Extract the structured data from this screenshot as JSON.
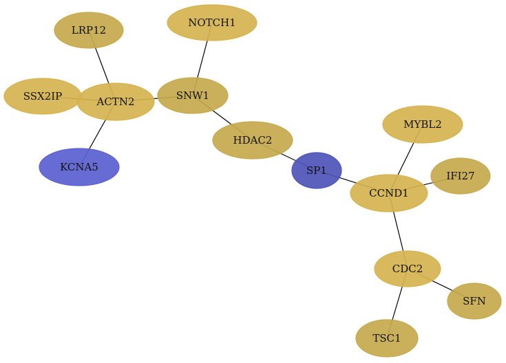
{
  "colors": {
    "gold": "#D6B34F",
    "gold_dark": "#C7A94D",
    "blue": "#5A5FD0",
    "blue_dark": "#4E54B8",
    "edge": "#000000"
  },
  "nodes": [
    {
      "id": "LRP12",
      "label": "LRP12",
      "color": "gold_dark"
    },
    {
      "id": "NOTCH1",
      "label": "NOTCH1",
      "color": "gold"
    },
    {
      "id": "SSX2IP",
      "label": "SSX2IP",
      "color": "gold"
    },
    {
      "id": "ACTN2",
      "label": "ACTN2",
      "color": "gold"
    },
    {
      "id": "SNW1",
      "label": "SNW1",
      "color": "gold_dark"
    },
    {
      "id": "KCNA5",
      "label": "KCNA5",
      "color": "blue"
    },
    {
      "id": "HDAC2",
      "label": "HDAC2",
      "color": "gold_dark"
    },
    {
      "id": "SP1",
      "label": "SP1",
      "color": "blue_dark"
    },
    {
      "id": "MYBL2",
      "label": "MYBL2",
      "color": "gold"
    },
    {
      "id": "IFI27",
      "label": "IFI27",
      "color": "gold_dark"
    },
    {
      "id": "CCND1",
      "label": "CCND1",
      "color": "gold"
    },
    {
      "id": "CDC2",
      "label": "CDC2",
      "color": "gold"
    },
    {
      "id": "SFN",
      "label": "SFN",
      "color": "gold_dark"
    },
    {
      "id": "TSC1",
      "label": "TSC1",
      "color": "gold_dark"
    }
  ],
  "edges": [
    [
      "LRP12",
      "ACTN2"
    ],
    [
      "NOTCH1",
      "SNW1"
    ],
    [
      "SSX2IP",
      "ACTN2"
    ],
    [
      "ACTN2",
      "SNW1"
    ],
    [
      "ACTN2",
      "KCNA5"
    ],
    [
      "SNW1",
      "HDAC2"
    ],
    [
      "HDAC2",
      "SP1"
    ],
    [
      "SP1",
      "CCND1"
    ],
    [
      "MYBL2",
      "CCND1"
    ],
    [
      "IFI27",
      "CCND1"
    ],
    [
      "CCND1",
      "CDC2"
    ],
    [
      "CDC2",
      "SFN"
    ],
    [
      "CDC2",
      "TSC1"
    ]
  ]
}
